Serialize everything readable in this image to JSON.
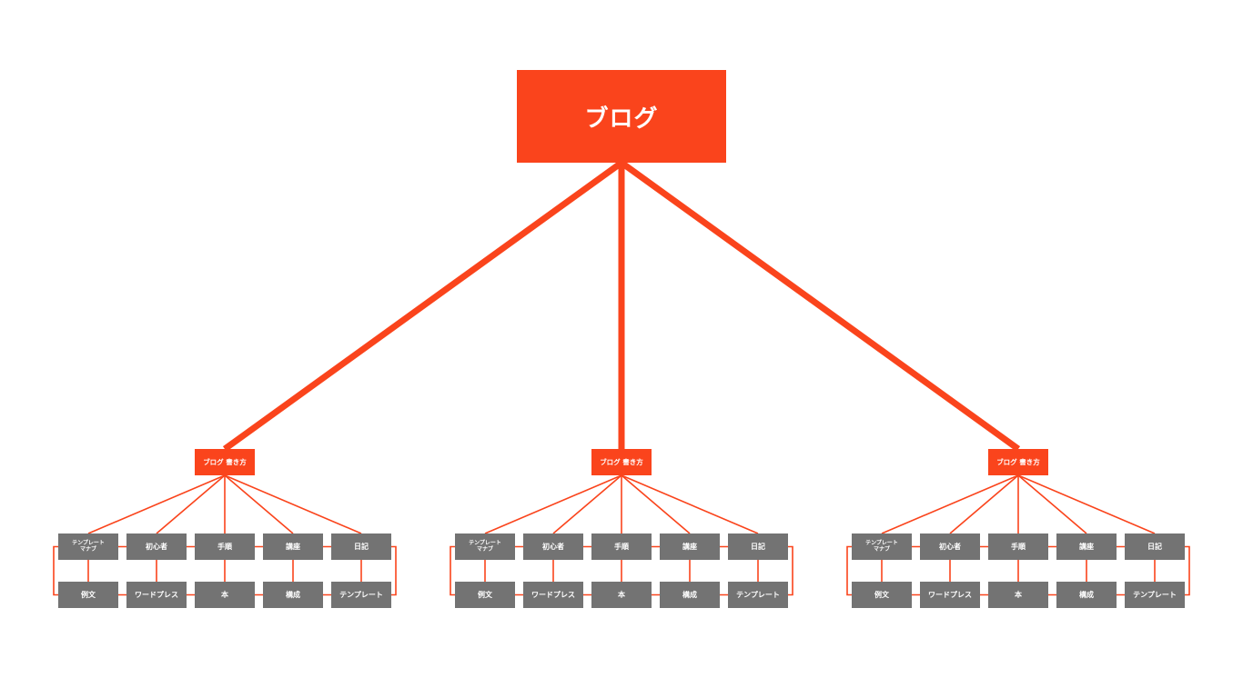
{
  "colors": {
    "accent": "#fa441c",
    "leaf": "#737373",
    "background": "#ffffff"
  },
  "root": {
    "label": "ブログ"
  },
  "clusters": [
    {
      "label": "ブログ 書き方",
      "top_row": [
        "テンプレート\nマナブ",
        "初心者",
        "手順",
        "講座",
        "日記"
      ],
      "bottom_row": [
        "例文",
        "ワードプレス",
        "本",
        "構成",
        "テンプレート"
      ]
    },
    {
      "label": "ブログ 書き方",
      "top_row": [
        "テンプレート\nマナブ",
        "初心者",
        "手順",
        "講座",
        "日記"
      ],
      "bottom_row": [
        "例文",
        "ワードプレス",
        "本",
        "構成",
        "テンプレート"
      ]
    },
    {
      "label": "ブログ 書き方",
      "top_row": [
        "テンプレート\nマナブ",
        "初心者",
        "手順",
        "講座",
        "日記"
      ],
      "bottom_row": [
        "例文",
        "ワードプレス",
        "本",
        "構成",
        "テンプレート"
      ]
    }
  ]
}
